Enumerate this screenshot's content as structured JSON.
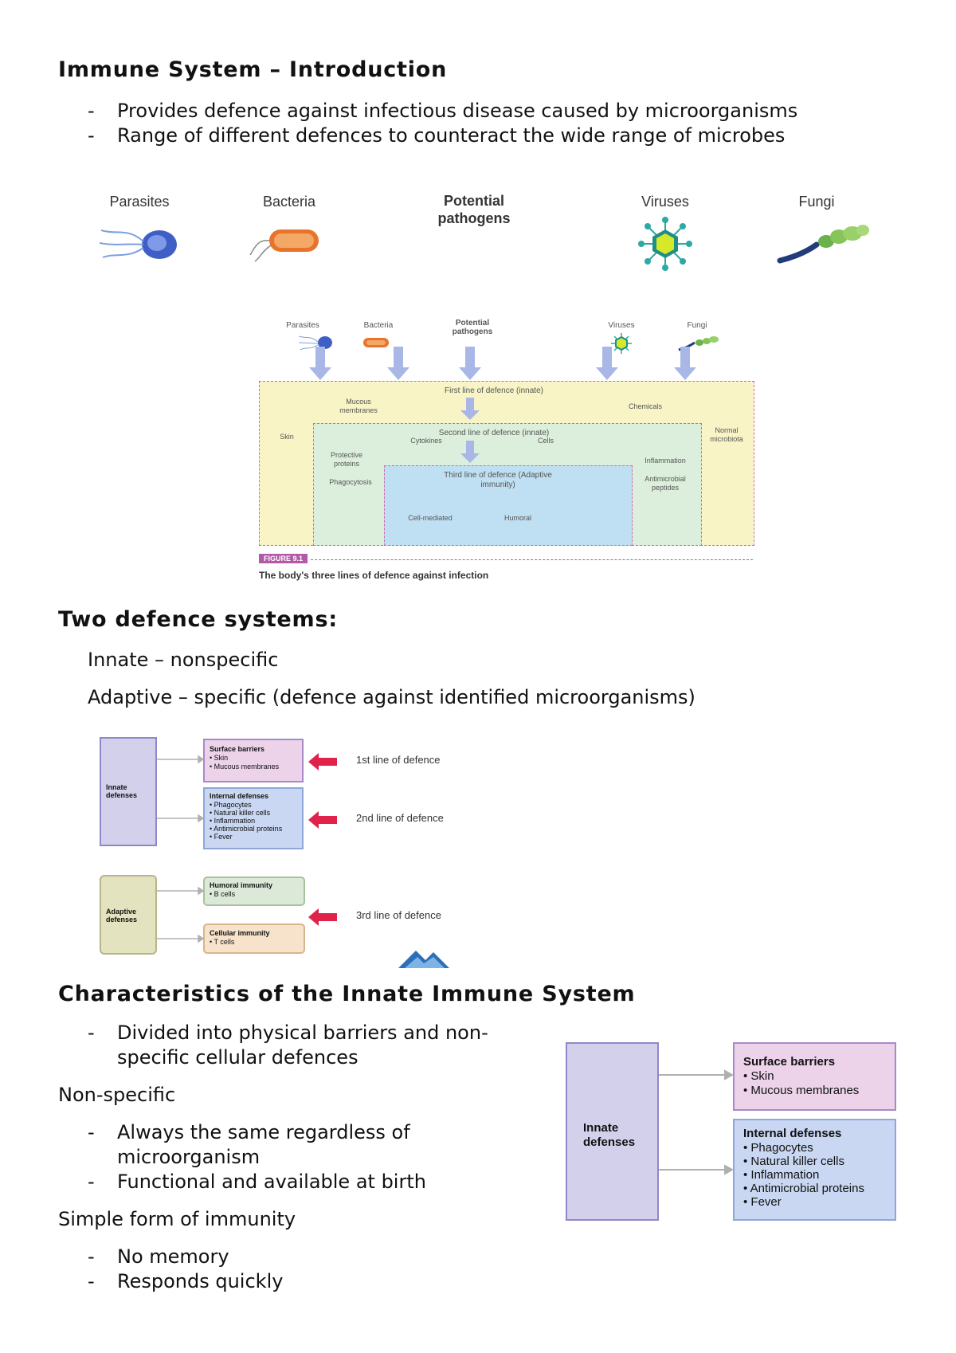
{
  "section1": {
    "title": "Immune System – Introduction",
    "bullets": [
      "Provides defence against infectious disease caused by microorganisms",
      "Range of different defences to counteract the wide range of microbes"
    ]
  },
  "pathogens_figure": {
    "labels": [
      "Parasites",
      "Bacteria",
      "Potential pathogens",
      "Viruses",
      "Fungi"
    ]
  },
  "lines_figure": {
    "labels": [
      "Parasites",
      "Bacteria",
      "Potential pathogens",
      "Viruses",
      "Fungi"
    ],
    "first_line": "First line of defence (innate)",
    "second_line": "Second line of defence (innate)",
    "third_line": "Third line of defence (Adaptive immunity)",
    "mucous": "Mucous membranes",
    "chemicals": "Chemicals",
    "skin": "Skin",
    "normal_microbiota": "Normal microbiota",
    "cytokines": "Cytokines",
    "cells": "Cells",
    "protective_proteins": "Protective proteins",
    "phagocytosis": "Phagocytosis",
    "inflammation": "Inflammation",
    "antimicrobial_peptides": "Antimicrobial peptides",
    "cell_mediated": "Cell-mediated",
    "humoral": "Humoral",
    "figure_tag": "FIGURE 9.1",
    "caption": "The body's three lines of defence against infection"
  },
  "section2": {
    "title": "Two defence systems:",
    "lines": [
      "Innate – nonspecific",
      "Adaptive – specific (defence against identified microorganisms)"
    ]
  },
  "defence_diagram": {
    "innate": "Innate defenses",
    "adaptive": "Adaptive defenses",
    "surface_title": "Surface barriers",
    "surface_items": [
      "• Skin",
      "• Mucous membranes"
    ],
    "internal_title": "Internal defenses",
    "internal_items": [
      "• Phagocytes",
      "• Natural killer cells",
      "• Inflammation",
      "• Antimicrobial proteins",
      "• Fever"
    ],
    "humoral_title": "Humoral immunity",
    "humoral_items": [
      "• B cells"
    ],
    "cellular_title": "Cellular immunity",
    "cellular_items": [
      "• T cells"
    ],
    "line1": "1st line of defence",
    "line2": "2nd line of defence",
    "line3": "3rd line of defence"
  },
  "section3": {
    "title": "Characteristics of the Innate Immune System",
    "bullet1": [
      "Divided into physical barriers and non-",
      "specific cellular defences"
    ],
    "nonspecific": "Non-specific",
    "bullet2": [
      "Always the same regardless of",
      "microorganism"
    ],
    "bullet3": "Functional and available at birth",
    "simple": "Simple form of immunity",
    "bullet4": "No memory",
    "bullet5": "Responds quickly"
  },
  "innate_diagram": {
    "innate": "Innate defenses",
    "surface_title": "Surface barriers",
    "surface_items": [
      "• Skin",
      "• Mucous membranes"
    ],
    "internal_title": "Internal defenses",
    "internal_items": [
      "• Phagocytes",
      "• Natural killer cells",
      "• Inflammation",
      "• Antimicrobial proteins",
      "• Fever"
    ]
  },
  "colors": {
    "innate_box": "#d3d0ec",
    "surface_box": "#ecd3ea",
    "internal_box": "#c9d7f2",
    "adaptive_box": "#e4e3bf",
    "humoral_box": "#dde9d8",
    "cellular_box": "#f7e2cb",
    "red_arrow": "#e0234a"
  }
}
